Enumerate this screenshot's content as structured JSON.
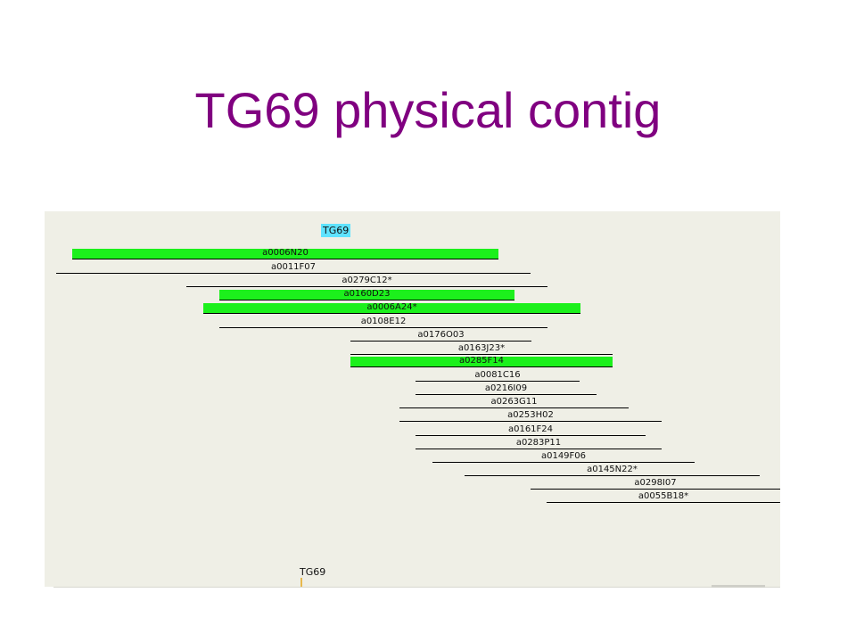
{
  "slide": {
    "title": "TG69 physical contig"
  },
  "contig": {
    "top_marker": "TG69",
    "bottom_marker": "TG69",
    "highlight_color": "#1cf01c",
    "marker_color": "#5fe3ff",
    "clones": [
      {
        "name": "a0006N20",
        "highlighted": true
      },
      {
        "name": "a0011F07",
        "highlighted": false
      },
      {
        "name": "a0279C12*",
        "highlighted": false
      },
      {
        "name": "a0160D23",
        "highlighted": true
      },
      {
        "name": "a0006A24*",
        "highlighted": true
      },
      {
        "name": "a0108E12",
        "highlighted": false
      },
      {
        "name": "a0176O03",
        "highlighted": false
      },
      {
        "name": "a0163J23*",
        "highlighted": false
      },
      {
        "name": "a0285F14",
        "highlighted": true
      },
      {
        "name": "a0081C16",
        "highlighted": false
      },
      {
        "name": "a0216I09",
        "highlighted": false
      },
      {
        "name": "a0263G11",
        "highlighted": false
      },
      {
        "name": "a0253H02",
        "highlighted": false
      },
      {
        "name": "a0161F24",
        "highlighted": false
      },
      {
        "name": "a0283P11",
        "highlighted": false
      },
      {
        "name": "a0149F06",
        "highlighted": false
      },
      {
        "name": "a0145N22*",
        "highlighted": false
      },
      {
        "name": "a0298I07",
        "highlighted": false
      },
      {
        "name": "a0055B18*",
        "highlighted": false
      }
    ]
  }
}
